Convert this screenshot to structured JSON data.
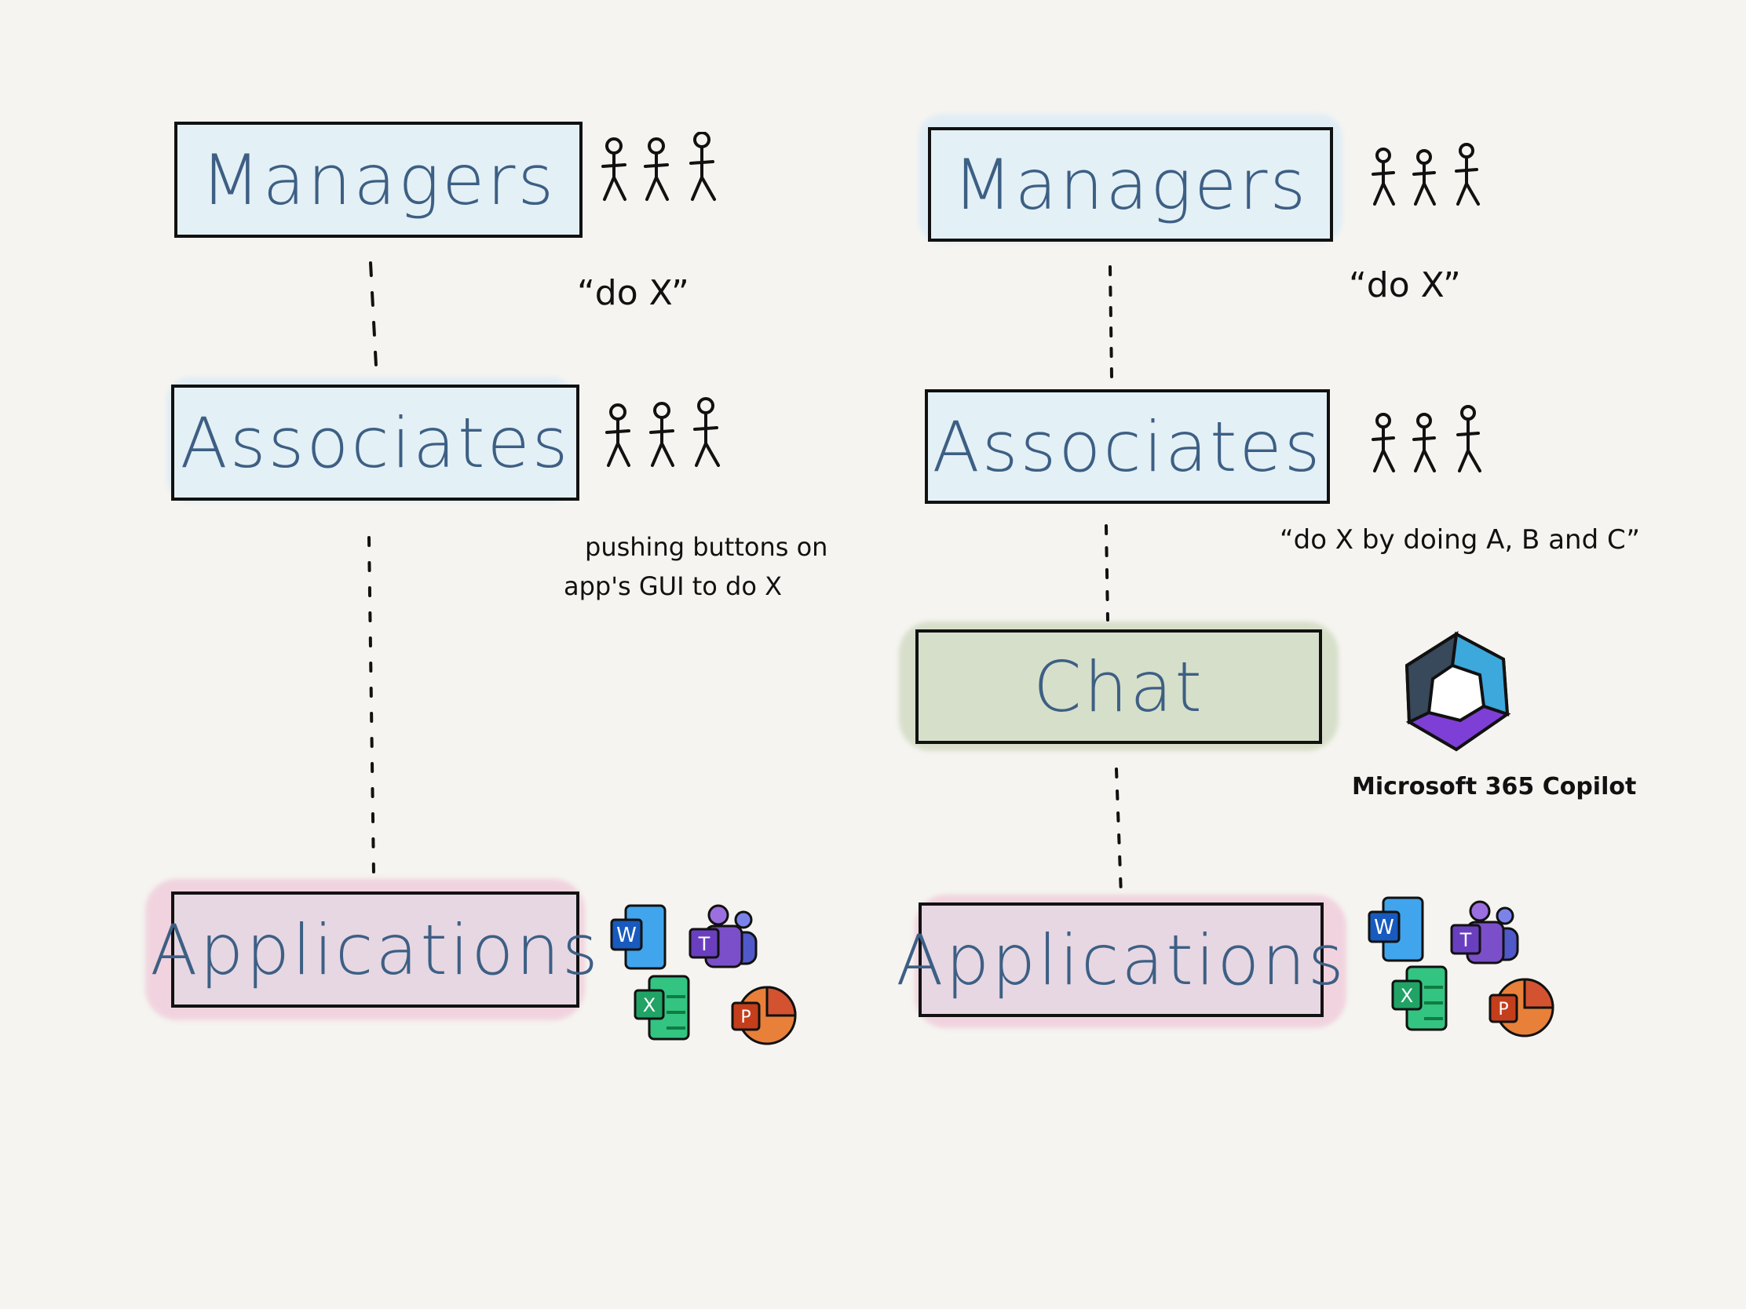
{
  "left": {
    "managers": "Managers",
    "associates": "Associates",
    "applications": "Applications",
    "manager_note": "“do X”",
    "associate_note_line1": "pushing buttons on",
    "associate_note_line2": "app's GUI to do X"
  },
  "right": {
    "managers": "Managers",
    "associates": "Associates",
    "chat": "Chat",
    "applications": "Applications",
    "manager_note": "“do X”",
    "associate_note": "“do X by doing A, B and C”",
    "copilot_label": "Microsoft 365 Copilot"
  },
  "icons": {
    "people": "stick-figures-icon",
    "word": "word-icon",
    "teams": "teams-icon",
    "excel": "excel-icon",
    "powerpoint": "powerpoint-icon",
    "copilot": "copilot-logo"
  },
  "colors": {
    "box_blue": "#e3f0f5",
    "box_green": "#d6dfca",
    "box_pink": "#e6d7e3",
    "label_text": "#3d5f84",
    "word": "#2b7cd3",
    "teams": "#7b4fc9",
    "excel": "#21a366",
    "powerpoint": "#d35230"
  }
}
